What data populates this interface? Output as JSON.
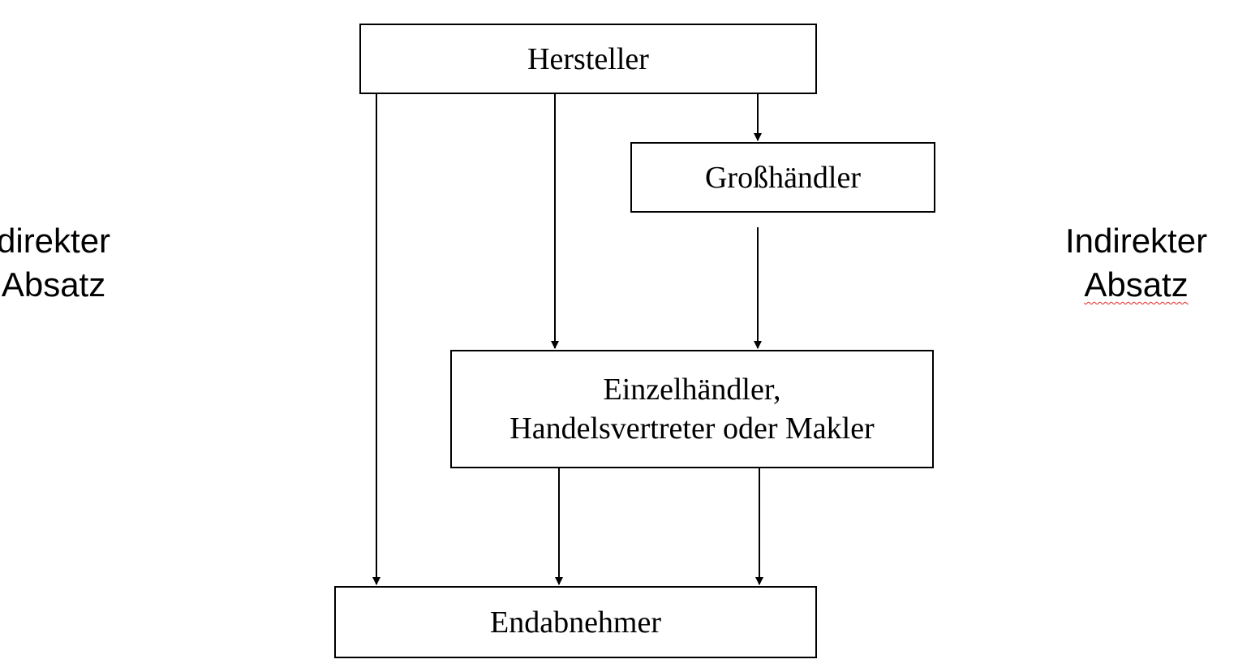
{
  "diagram": {
    "nodes": {
      "hersteller": "Hersteller",
      "grosshaendler": "Großhändler",
      "einzelhaendler_line1": "Einzelhändler,",
      "einzelhaendler_line2": "Handelsvertreter oder Makler",
      "endabnehmer": "Endabnehmer"
    },
    "side_labels": {
      "left_line1": "direkter",
      "left_line2": "Absatz",
      "right_line1": "Indirekter",
      "right_line2": "Absatz"
    },
    "edges": [
      {
        "from": "Hersteller",
        "to": "Endabnehmer"
      },
      {
        "from": "Hersteller",
        "to": "Einzelhändler, Handelsvertreter oder Makler"
      },
      {
        "from": "Hersteller",
        "to": "Großhändler"
      },
      {
        "from": "Großhändler",
        "to": "Einzelhändler, Handelsvertreter oder Makler"
      },
      {
        "from": "Einzelhändler, Handelsvertreter oder Makler",
        "to": "Endabnehmer"
      },
      {
        "from": "Einzelhändler, Handelsvertreter oder Makler",
        "to": "Endabnehmer"
      }
    ],
    "colors": {
      "stroke": "#000000",
      "spellcheck_underline": "#e0201c"
    }
  }
}
